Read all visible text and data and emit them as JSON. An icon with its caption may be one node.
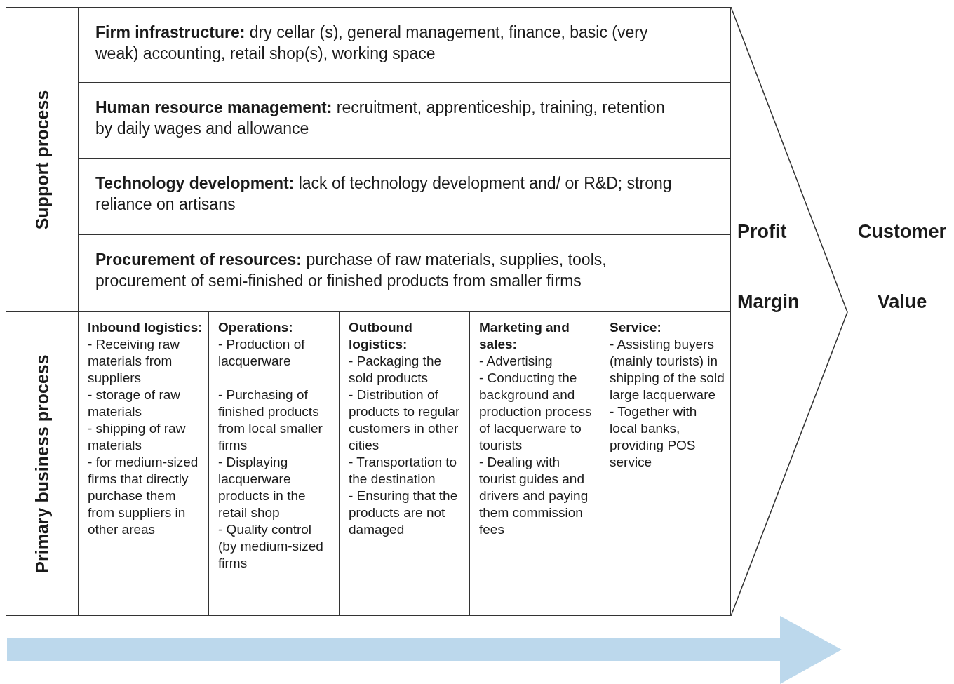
{
  "diagram": {
    "nodes": [
      {
        "text": [
          "Support process"
        ]
      },
      {
        "text": [
          "Firm infrastructure:",
          "dry cellar (s), general management, finance, basic (very weak) accounting, retail shop(s), working space"
        ]
      },
      {
        "text": [
          "Human resource management:",
          "recruitment, apprenticeship, training, retention by daily wages and allowance"
        ]
      },
      {
        "text": [
          "Technology development:",
          "lack of technology development and/ or R&D; strong reliance on artisans"
        ]
      },
      {
        "text": [
          "Procurement of resources:",
          "purchase of raw materials, supplies, tools, procurement of semi-finished or finished products from smaller firms"
        ]
      },
      {
        "text": [
          "Primary business process"
        ]
      },
      {
        "text": [
          "Inbound logistics:",
          "- Receiving raw materials from suppliers",
          "- storage of raw materials",
          "- shipping of raw materials",
          "- for medium-sized firms that directly purchase them from suppliers in other areas"
        ]
      },
      {
        "text": [
          "Operations:",
          "- Production of lacquerware",
          "- Purchasing of finished products from local smaller firms",
          "- Displaying lacquerware products in the retail shop",
          "- Quality control (by medium-sized firms"
        ]
      },
      {
        "text": [
          "Outbound logistics:",
          "- Packaging the sold products",
          "- Distribution of products to regular customers in other cities",
          "- Transportation to the destination",
          "- Ensuring that the products are not damaged"
        ]
      },
      {
        "text": [
          "Marketing and sales:",
          "- Advertising",
          "- Conducting the background and production process of lacquerware to tourists",
          "- Dealing with tourist guides and drivers and paying them commission fees"
        ]
      },
      {
        "text": [
          "Service:",
          "- Assisting buyers (mainly tourists) in shipping of the sold large lacquerware",
          "- Together with local banks, providing POS service"
        ]
      },
      {
        "text": [
          "Profit Margin",
          "Customer Value"
        ]
      }
    ],
    "edges": []
  }
}
